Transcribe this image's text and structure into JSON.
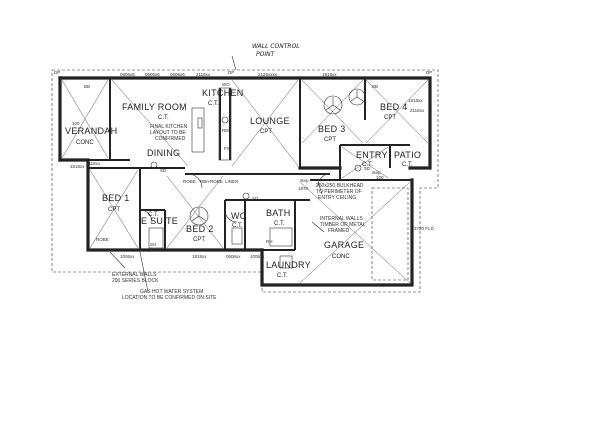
{
  "rooms": {
    "family_room": "FAMILY ROOM",
    "family_floor": "C.T.",
    "kitchen": "KITCHEN",
    "kitchen_floor": "C.T.",
    "lounge": "LOUNGE",
    "lounge_floor": "CPT",
    "bed3": "BED 3",
    "bed3_floor": "CPT",
    "bed4": "BED 4",
    "bed4_floor": "CPT",
    "verandah": "VERANDAH",
    "verandah_floor": "CONC",
    "dining": "DINING",
    "entry": "ENTRY",
    "entry_floor": "C.T.",
    "patio": "PATIO",
    "patio_floor": "C.T.",
    "bed1": "BED 1",
    "bed1_floor": "CPT",
    "ensuite": "E SUITE",
    "ensuite_floor": "C.T.",
    "bed2": "BED 2",
    "bed2_floor": "CPT",
    "wc": "WC",
    "wc_floor": "C.T.",
    "bath": "BATH",
    "bath_floor": "C.T.",
    "laundry": "LAUNDRY",
    "laundry_floor": "C.T.",
    "garage": "GARAGE",
    "garage_floor": "CONC"
  },
  "notes": {
    "wall_control": "WALL CONTROL",
    "point": "POINT",
    "kitchen_note_1": "FINAL KITCHEN",
    "kitchen_note_2": "LAYOUT TO BE",
    "kitchen_note_3": "CONFIRMED",
    "bulkhead_1": "250x250 BULKHEAD",
    "bulkhead_2": "TO PERIMETER OF",
    "bulkhead_3": "ENTRY CEILING",
    "internal_1": "INTERNAL WALLS",
    "internal_2": "TIMBER OR METAL",
    "internal_3": "FRAMED",
    "external_1": "EXTERNAL WALLS",
    "external_2": "290 SERIES BLOCK",
    "hws_1": "GAS HOT WATER SYSTEM",
    "hws_2": "LOCATION TO BE CONFIRMED ON SITE"
  },
  "dims": {
    "d1": "0606x6",
    "d2": "0606x6",
    "d3": "0606x6",
    "d4": "2118xx",
    "d5": "2126xxxx",
    "d6": "1818xx",
    "d7": "2118xx",
    "d8": "1818xx",
    "d9": "1818xx",
    "d10": "0606xx",
    "d11": "1006xx",
    "d12": "1870",
    "d13": "2720 FLD",
    "d14": "1818xx",
    "d15": "2118xx",
    "step": "step",
    "step_h": "100",
    "robe": "ROBE",
    "rbh": "RBH",
    "linen": "LINEN",
    "dp": "DP",
    "bb": "BB",
    "wo": "WO",
    "sd": "SD",
    "rh": "RH",
    "fw": "FW",
    "sh": "SH",
    "ref": "REF"
  }
}
